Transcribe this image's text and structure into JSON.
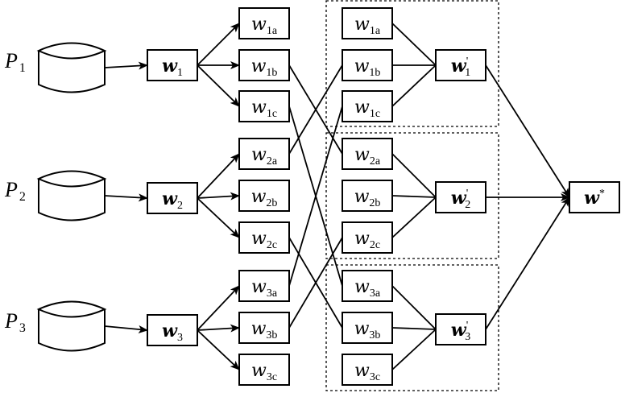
{
  "parties": [
    {
      "id": "P1",
      "label": "P",
      "sub": "1"
    },
    {
      "id": "P2",
      "label": "P",
      "sub": "2"
    },
    {
      "id": "P3",
      "label": "P",
      "sub": "3"
    }
  ],
  "local_models": [
    {
      "id": "w1",
      "label": "w",
      "sub": "1"
    },
    {
      "id": "w2",
      "label": "w",
      "sub": "2"
    },
    {
      "id": "w3",
      "label": "w",
      "sub": "3"
    }
  ],
  "split_models": [
    {
      "id": "w1a",
      "label": "w",
      "sub": "1a"
    },
    {
      "id": "w1b",
      "label": "w",
      "sub": "1b"
    },
    {
      "id": "w1c",
      "label": "w",
      "sub": "1c"
    },
    {
      "id": "w2a",
      "label": "w",
      "sub": "2a"
    },
    {
      "id": "w2b",
      "label": "w",
      "sub": "2b"
    },
    {
      "id": "w2c",
      "label": "w",
      "sub": "2c"
    },
    {
      "id": "w3a",
      "label": "w",
      "sub": "3a"
    },
    {
      "id": "w3b",
      "label": "w",
      "sub": "3b"
    },
    {
      "id": "w3c",
      "label": "w",
      "sub": "3c"
    }
  ],
  "grouped_models": [
    {
      "id": "g1a",
      "label": "w",
      "sub": "1a"
    },
    {
      "id": "g1b",
      "label": "w",
      "sub": "1b"
    },
    {
      "id": "g1c",
      "label": "w",
      "sub": "1c"
    },
    {
      "id": "g2a",
      "label": "w",
      "sub": "2a"
    },
    {
      "id": "g2b",
      "label": "w",
      "sub": "2b"
    },
    {
      "id": "g2c",
      "label": "w",
      "sub": "2c"
    },
    {
      "id": "g3a",
      "label": "w",
      "sub": "3a"
    },
    {
      "id": "g3b",
      "label": "w",
      "sub": "3b"
    },
    {
      "id": "g3c",
      "label": "w",
      "sub": "3c"
    }
  ],
  "aggregated_models": [
    {
      "id": "wp1",
      "label": "w",
      "sup": "'",
      "sub": "1"
    },
    {
      "id": "wp2",
      "label": "w",
      "sup": "'",
      "sub": "2"
    },
    {
      "id": "wp3",
      "label": "w",
      "sup": "'",
      "sub": "3"
    }
  ],
  "global_model": {
    "id": "wstar",
    "label": "w",
    "sup": "*"
  },
  "edges": [
    {
      "from": "P1",
      "to": "w1",
      "arrow": true
    },
    {
      "from": "P2",
      "to": "w2",
      "arrow": true
    },
    {
      "from": "P3",
      "to": "w3",
      "arrow": true
    },
    {
      "from": "w1",
      "to": "w1a",
      "arrow": true
    },
    {
      "from": "w1",
      "to": "w1b",
      "arrow": true
    },
    {
      "from": "w1",
      "to": "w1c",
      "arrow": true
    },
    {
      "from": "w2",
      "to": "w2a",
      "arrow": true
    },
    {
      "from": "w2",
      "to": "w2b",
      "arrow": true
    },
    {
      "from": "w2",
      "to": "w2c",
      "arrow": true
    },
    {
      "from": "w3",
      "to": "w3a",
      "arrow": true
    },
    {
      "from": "w3",
      "to": "w3b",
      "arrow": true
    },
    {
      "from": "w3",
      "to": "w3c",
      "arrow": true
    },
    {
      "from": "w1b",
      "to": "g2a",
      "arrow": false
    },
    {
      "from": "w1c",
      "to": "g3a",
      "arrow": false
    },
    {
      "from": "w2a",
      "to": "g1b",
      "arrow": false
    },
    {
      "from": "w2c",
      "to": "g3b",
      "arrow": false
    },
    {
      "from": "w3a",
      "to": "g1c",
      "arrow": false
    },
    {
      "from": "w3b",
      "to": "g2c",
      "arrow": false
    },
    {
      "from": "g1a",
      "to": "wp1",
      "arrow": false
    },
    {
      "from": "g1b",
      "to": "wp1",
      "arrow": false
    },
    {
      "from": "g1c",
      "to": "wp1",
      "arrow": false
    },
    {
      "from": "g2a",
      "to": "wp2",
      "arrow": false
    },
    {
      "from": "g2b",
      "to": "wp2",
      "arrow": false
    },
    {
      "from": "g2c",
      "to": "wp2",
      "arrow": false
    },
    {
      "from": "g3a",
      "to": "wp3",
      "arrow": false
    },
    {
      "from": "g3b",
      "to": "wp3",
      "arrow": false
    },
    {
      "from": "g3c",
      "to": "wp3",
      "arrow": false
    },
    {
      "from": "wp1",
      "to": "wstar",
      "arrow": true
    },
    {
      "from": "wp2",
      "to": "wstar",
      "arrow": true
    },
    {
      "from": "wp3",
      "to": "wstar",
      "arrow": true
    }
  ]
}
